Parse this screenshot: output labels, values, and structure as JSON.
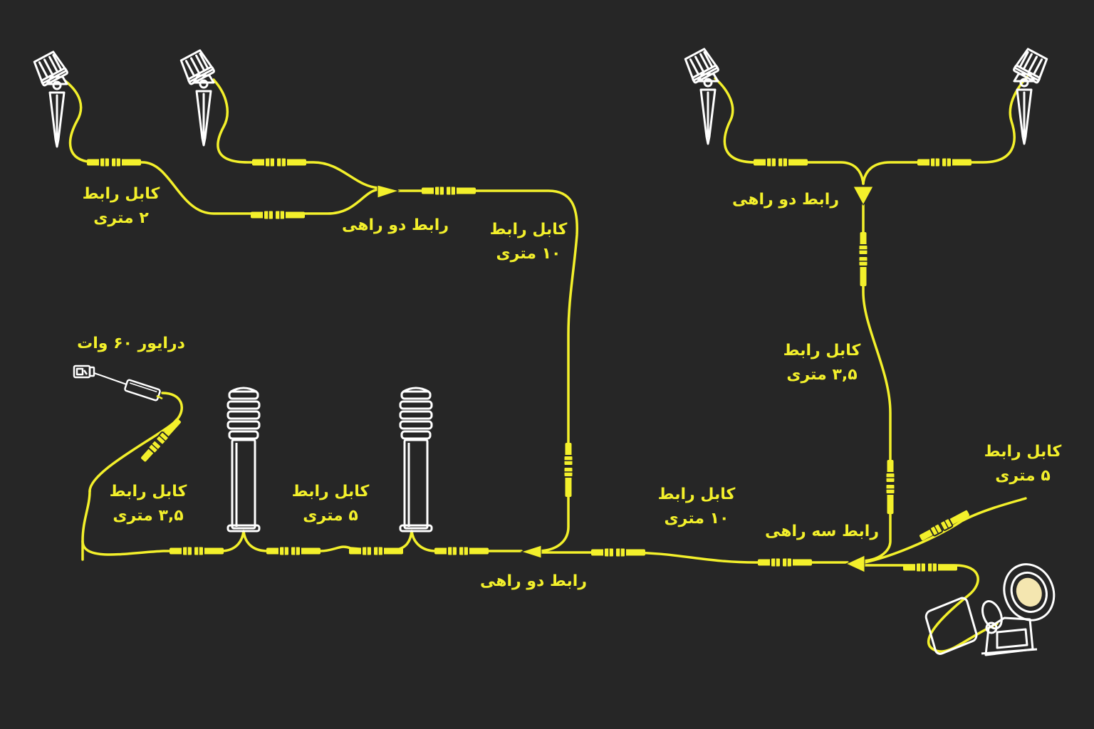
{
  "colors": {
    "background": "#262626",
    "cable": "#f3f02b",
    "fixture_outline": "#ffffff",
    "lamp_glow": "#f4e6b0"
  },
  "labels": {
    "cable_2m": {
      "line1": "کابل رابط",
      "line2": "۲ متری"
    },
    "splitter_left_top": "رابط دو راهی",
    "cable_10m_vertical": {
      "line1": "کابل رابط",
      "line2": "۱۰ متری"
    },
    "splitter_right_top": "رابط دو راهی",
    "cable_3_5m_right": {
      "line1": "کابل رابط",
      "line2": "۳,۵ متری"
    },
    "driver": "درایور ۶۰ وات",
    "cable_3_5m_left": {
      "line1": "کابل رابط",
      "line2": "۳,۵ متری"
    },
    "cable_5m_middle": {
      "line1": "کابل رابط",
      "line2": "۵ متری"
    },
    "splitter_bottom": "رابط دو راهی",
    "cable_10m_horizontal": {
      "line1": "کابل رابط",
      "line2": "۱۰ متری"
    },
    "splitter_three_way": "رابط سه راهی",
    "cable_5m_right": {
      "line1": "کابل رابط",
      "line2": "۵ متری"
    }
  },
  "fixtures": {
    "spike_spotlights": [
      "spike-spotlight-1",
      "spike-spotlight-2",
      "spike-spotlight-3",
      "spike-spotlight-4"
    ],
    "bollards": [
      "bollard-light-1",
      "bollard-light-2"
    ],
    "floodlight": "floodlight",
    "driver_unit": "power-driver"
  }
}
